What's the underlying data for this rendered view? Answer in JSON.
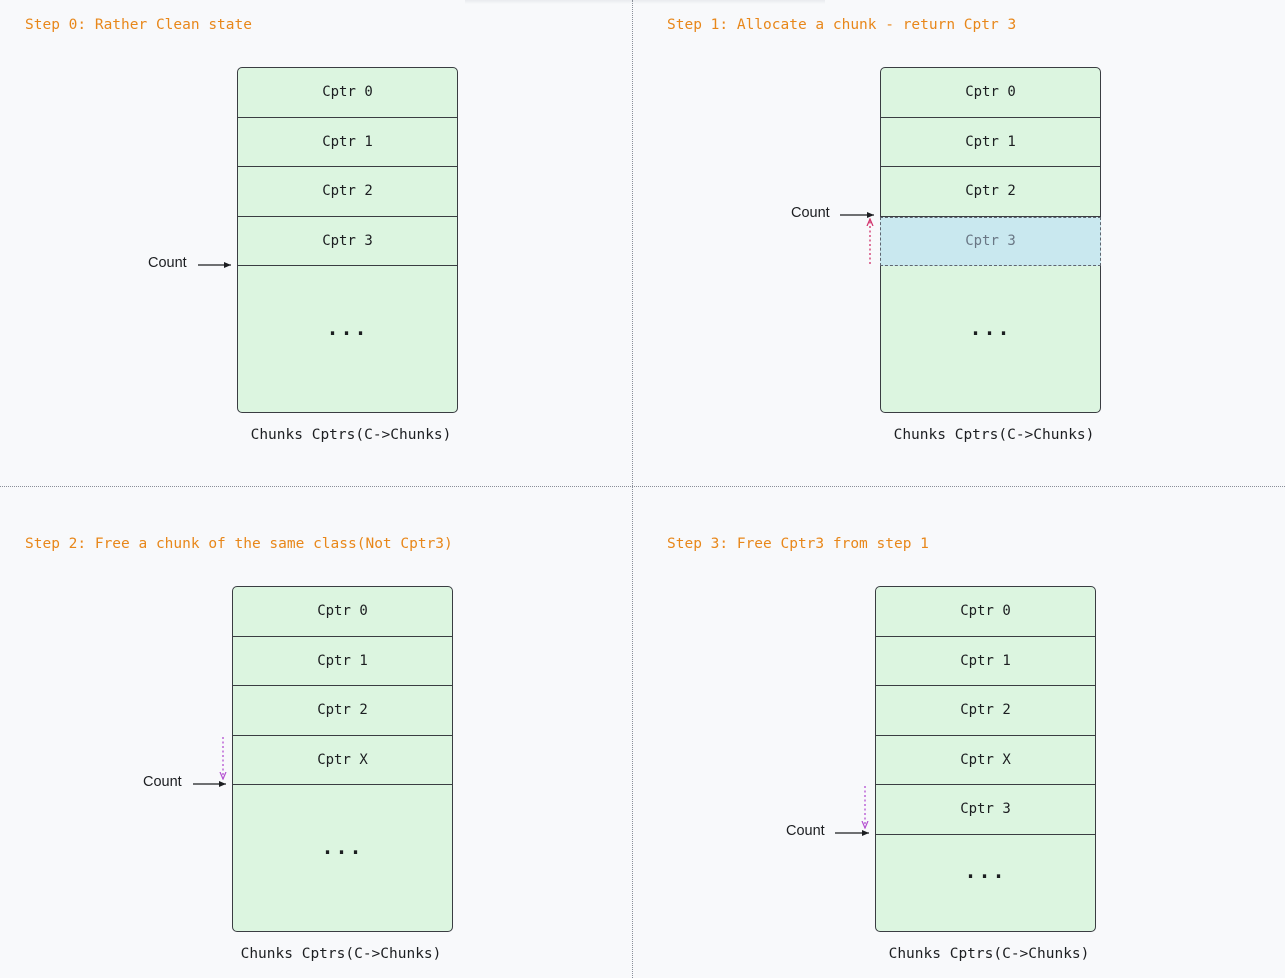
{
  "panels": [
    {
      "title": "Step 0: Rather Clean state",
      "cells": [
        "Cptr 0",
        "Cptr 1",
        "Cptr 2",
        "Cptr 3"
      ],
      "highlighted": null,
      "ellipsis": "...",
      "count_label": "Count",
      "caption": "Chunks Cptrs(C->Chunks)"
    },
    {
      "title": "Step 1: Allocate a chunk - return Cptr 3",
      "cells": [
        "Cptr 0",
        "Cptr 1",
        "Cptr 2",
        "Cptr 3"
      ],
      "highlighted": 3,
      "ellipsis": "...",
      "count_label": "Count",
      "caption": "Chunks Cptrs(C->Chunks)"
    },
    {
      "title": "Step 2: Free a chunk of the same class(Not Cptr3)",
      "cells": [
        "Cptr 0",
        "Cptr 1",
        "Cptr 2",
        "Cptr X"
      ],
      "highlighted": null,
      "ellipsis": "...",
      "count_label": "Count",
      "caption": "Chunks Cptrs(C->Chunks)"
    },
    {
      "title": "Step 3: Free Cptr3 from step 1",
      "cells": [
        "Cptr 0",
        "Cptr 1",
        "Cptr 2",
        "Cptr X",
        "Cptr 3"
      ],
      "highlighted": null,
      "ellipsis": "...",
      "count_label": "Count",
      "caption": "Chunks Cptrs(C->Chunks)"
    }
  ],
  "colors": {
    "title": "#e8871a",
    "cell_fill": "#dcf5e0",
    "highlight_fill": "#c9e8ef",
    "move_up_arrow": "#d0306a",
    "move_down_arrow": "#b34fd1"
  }
}
